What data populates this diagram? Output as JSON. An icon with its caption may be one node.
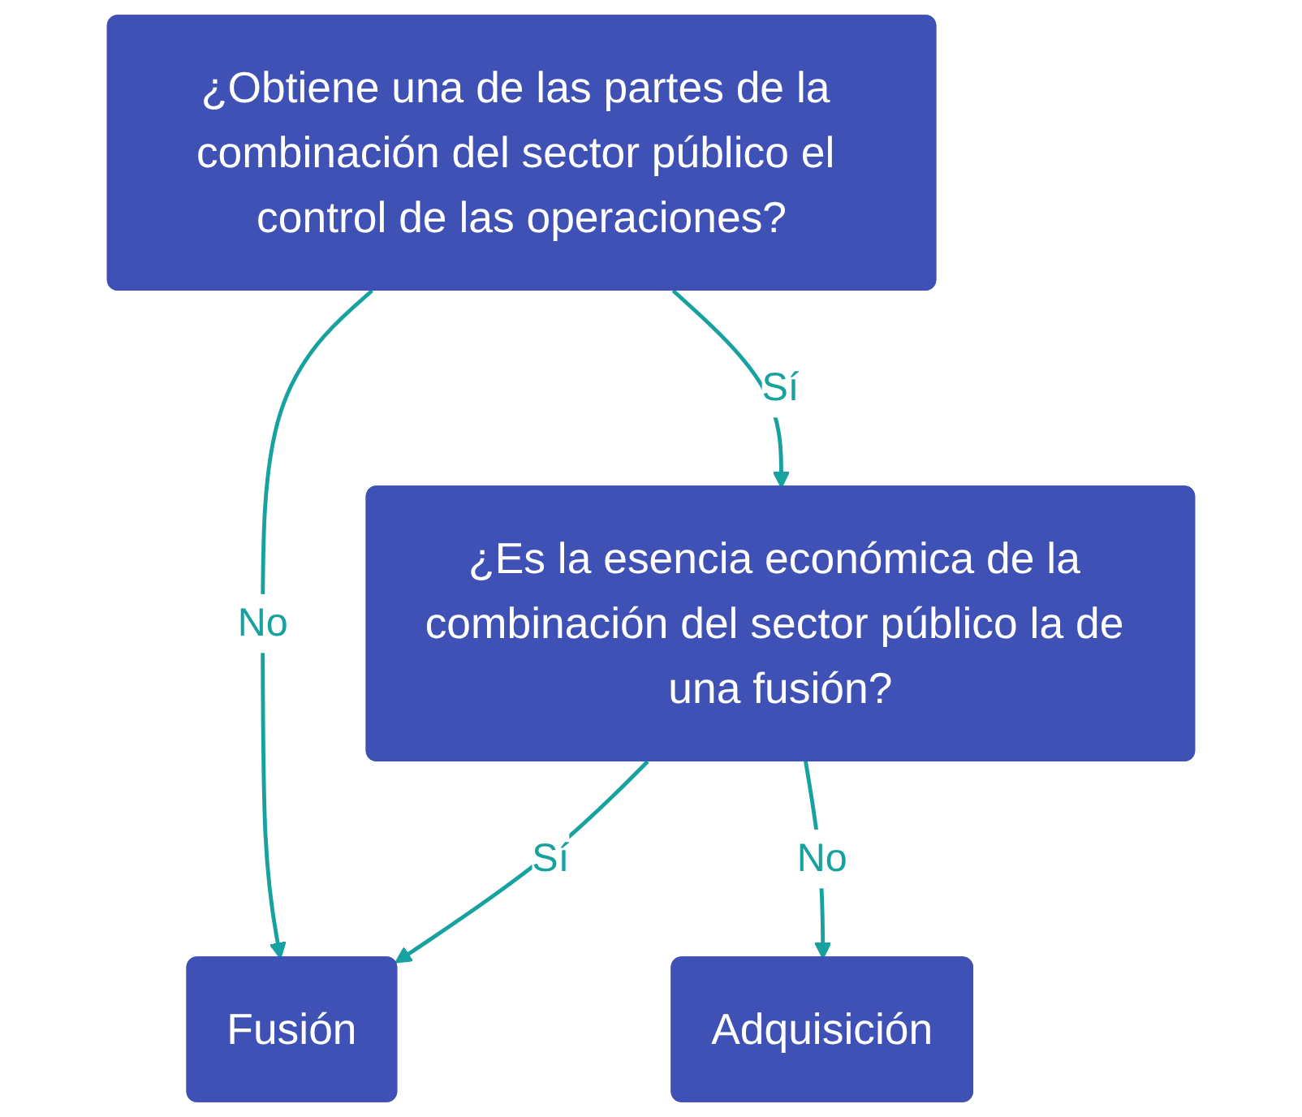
{
  "diagram": {
    "nodes": [
      {
        "text": [
          "¿Obtiene una de las partes de la combinación del sector público el control de las operaciones?"
        ]
      },
      {
        "text": [
          "¿Es la esencia económica de la combinación del sector público la de una fusión?"
        ]
      },
      {
        "text": [
          "Fusión"
        ]
      },
      {
        "text": [
          "Adquisición"
        ]
      }
    ],
    "edges": [
      {
        "from": 0,
        "to": 2,
        "arrow": "to",
        "label": "No"
      },
      {
        "from": 0,
        "to": 1,
        "arrow": "to",
        "label": "Sí"
      },
      {
        "from": 1,
        "to": 2,
        "arrow": "to",
        "label": "Sí"
      },
      {
        "from": 1,
        "to": 3,
        "arrow": "to",
        "label": "No"
      }
    ]
  }
}
